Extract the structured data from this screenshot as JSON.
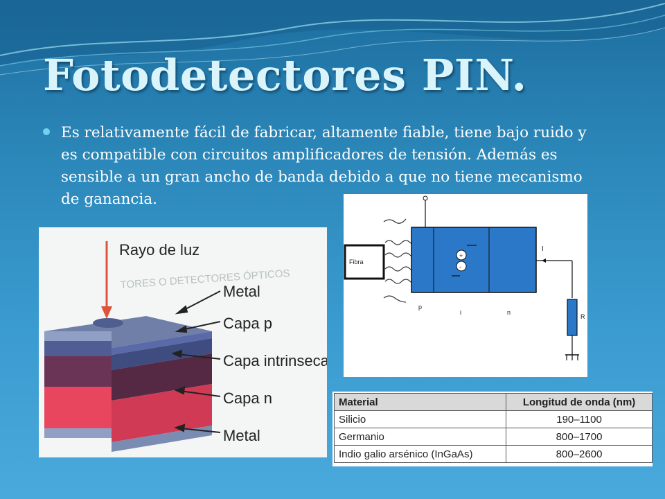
{
  "title": "Fotodetectores PIN.",
  "bullet": "Es relativamente fácil de fabricar, altamente fiable, tiene bajo ruido y es compatible con circuitos amplificadores de tensión. Además es sensible a un gran ancho de banda debido a que no tiene mecanismo de ganancia.",
  "layer_figure": {
    "heading": "Rayo de luz",
    "labels": [
      "Metal",
      "Capa p",
      "Capa intrinseca",
      "Capa n",
      "Metal"
    ],
    "background_text": "TORES O DETECTORES ÓPTICOS"
  },
  "circuit": {
    "fiber_label": "Fibra",
    "region_labels": [
      "p",
      "i",
      "n"
    ],
    "current_label": "I",
    "resistor_label": "R"
  },
  "table": {
    "headers": [
      "Material",
      "Longitud de onda (nm)"
    ],
    "rows": [
      [
        "Silicio",
        "190–1100"
      ],
      [
        "Germanio",
        "800–1700"
      ],
      [
        "Indio galio arsénico (InGaAs)",
        "800–2600"
      ]
    ]
  },
  "colors": {
    "background_top": "#1d6e9f",
    "background_bottom": "#4aa9dc",
    "title": "#d9f4fb",
    "bullet_dot": "#6fd3f0",
    "layer_p": "#5a6aa8",
    "layer_intrinsic": "#6a3456",
    "layer_n": "#e8455e",
    "detector_blue": "#2b78c8"
  }
}
